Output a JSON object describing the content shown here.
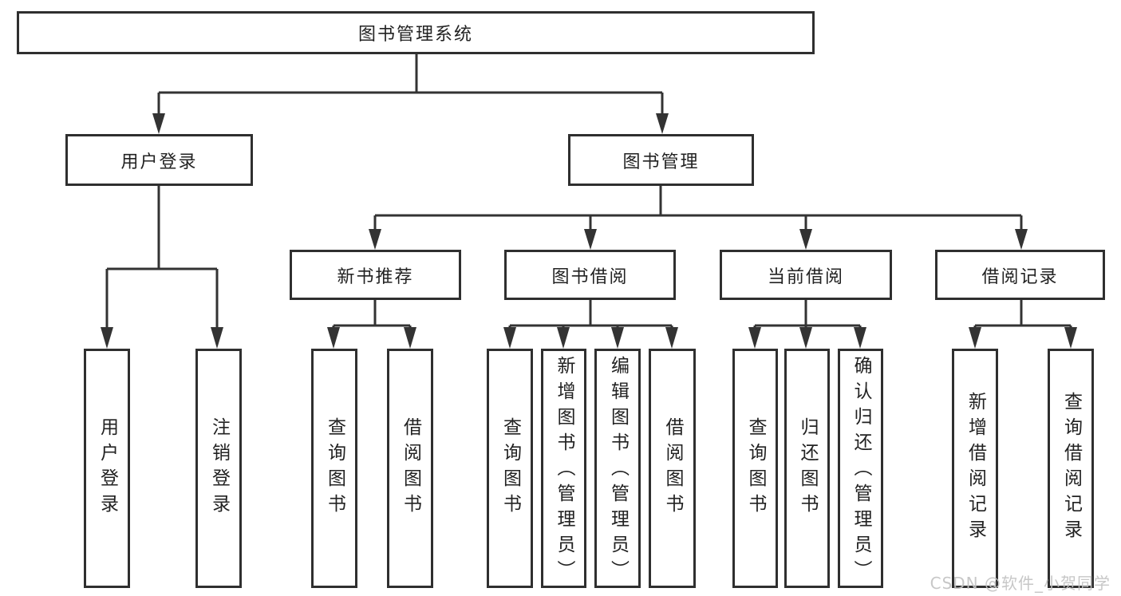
{
  "diagram": {
    "title": "图书管理系统",
    "level2": [
      {
        "label": "用户登录"
      },
      {
        "label": "图书管理"
      }
    ],
    "level3": [
      {
        "label": "新书推荐"
      },
      {
        "label": "图书借阅"
      },
      {
        "label": "当前借阅"
      },
      {
        "label": "借阅记录"
      }
    ],
    "leaves": {
      "user_login": [
        "用户登录",
        "注销登录"
      ],
      "new_book": [
        "查询图书",
        "借阅图书"
      ],
      "book_borrow": [
        "查询图书",
        "新增图书（管理员）",
        "编辑图书（管理员）",
        "借阅图书"
      ],
      "current_borrow": [
        "查询图书",
        "归还图书",
        "确认归还（管理员）"
      ],
      "borrow_record": [
        "新增借阅记录",
        "查询借阅记录"
      ]
    }
  },
  "watermark": "CSDN @软件_小贺同学",
  "colors": {
    "line": "#333333",
    "box_border": "#2f2f2f",
    "text": "#222222",
    "watermark": "#c3c3c3",
    "background": "#ffffff"
  }
}
